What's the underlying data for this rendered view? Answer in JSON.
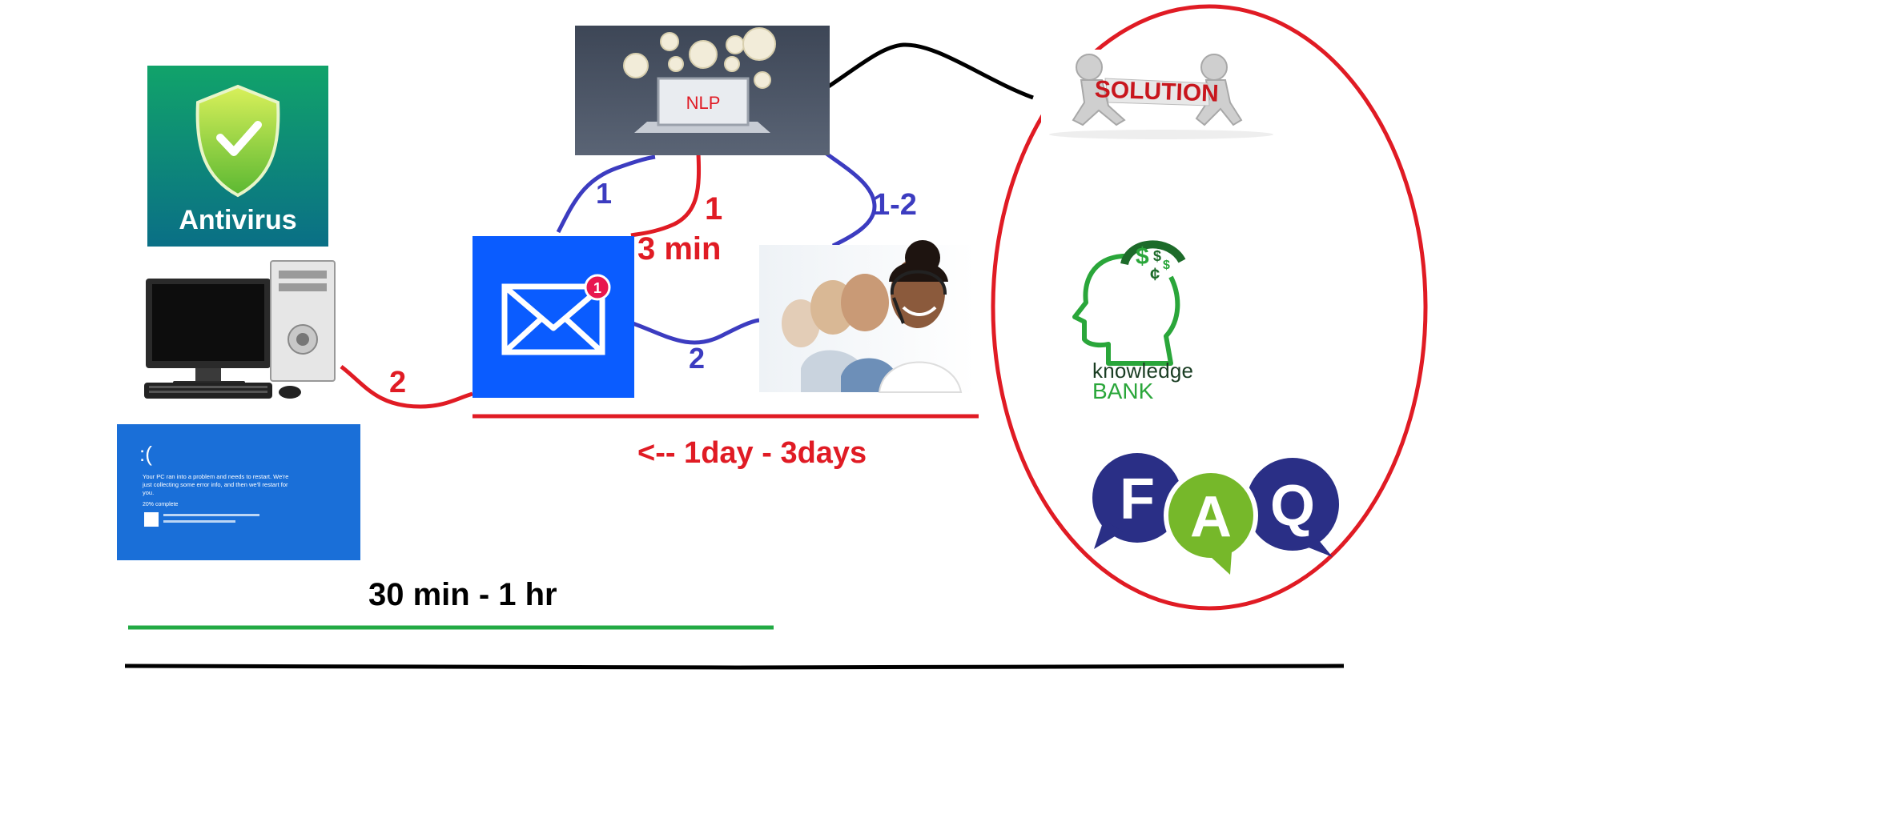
{
  "antivirus": {
    "label": "Antivirus"
  },
  "nlp": {
    "label": "NLP"
  },
  "email": {
    "badge": "1"
  },
  "bsod": {
    "face": ":(",
    "line1": "Your PC ran into a problem and needs to restart. We're",
    "line2": "just collecting some error info, and then we'll restart for",
    "line3": "you.",
    "progress": "20% complete"
  },
  "solution": {
    "label": "SOLUTION"
  },
  "knowledge_bank": {
    "line1": "knowledge",
    "line2": "BANK"
  },
  "faq": {
    "f": "F",
    "a": "A",
    "q": "Q"
  },
  "labels": {
    "email_to_nlp": "1",
    "nlp_to_email": "1",
    "nlp_time": "3 min",
    "nlp_to_agent": "1-2",
    "email_to_agent": "2",
    "pc_to_email": "2",
    "agent_time": "<-- 1day - 3days",
    "self_service_time": "30 min - 1 hr"
  },
  "colors": {
    "red": "#e01b24",
    "blue": "#3c3cc0",
    "green": "#22aa44",
    "email_blue": "#0a5cff",
    "bsod_blue": "#1a6fd8"
  }
}
